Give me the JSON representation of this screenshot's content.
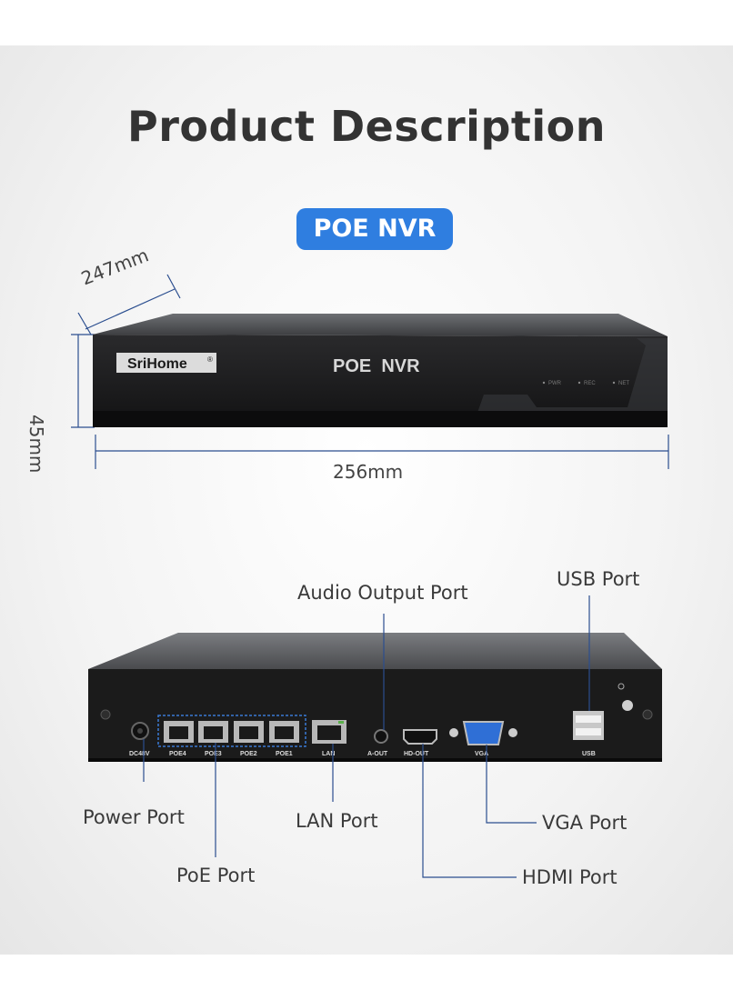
{
  "heading": "Product Description",
  "badge": "POE NVR",
  "dimensions": {
    "depth": "247mm",
    "height": "45mm",
    "width": "256mm"
  },
  "front_panel": {
    "brand": "SriHome",
    "registered_mark": "®",
    "model_text": "POE  NVR",
    "indicators": [
      "PWR",
      "REC",
      "NET"
    ]
  },
  "rear_panel": {
    "labels": {
      "dc": "DC48V",
      "poe4": "POE4",
      "poe3": "POE3",
      "poe2": "POE2",
      "poe1": "POE1",
      "lan": "LAN",
      "aout": "A-OUT",
      "hdout": "HD-OUT",
      "vga": "VGA",
      "usb": "USB"
    }
  },
  "callouts": {
    "audio": "Audio Output Port",
    "usb": "USB Port",
    "power": "Power Port",
    "lan": "LAN Port",
    "vga": "VGA Port",
    "poe": "PoE Port",
    "hdmi": "HDMI Port"
  },
  "colors": {
    "accent": "#2f7ee0",
    "callout_line": "#2b4e8f",
    "device_body": "#1b1b1b"
  }
}
